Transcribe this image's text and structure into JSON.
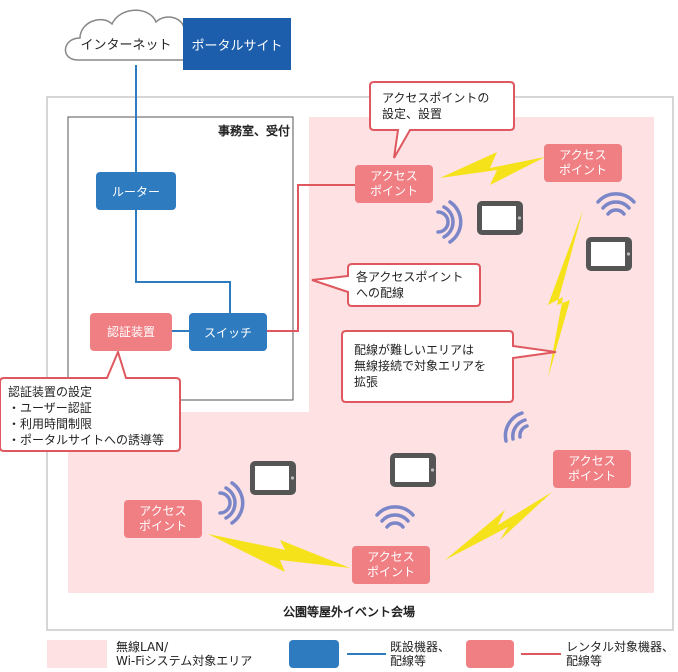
{
  "nodes": {
    "internet": "インターネット",
    "portal": "ポータルサイト",
    "office": "事務室、受付",
    "router": "ルーター",
    "switch": "スイッチ",
    "auth": "認証装置",
    "ap1": "アクセス\nポイント",
    "ap2": "アクセス\nポイント",
    "ap3": "アクセス\nポイント",
    "ap4": "アクセス\nポイント",
    "ap5": "アクセス\nポイント",
    "venue": "公園等屋外イベント会場"
  },
  "callouts": {
    "ap_settings": "アクセスポイントの\n設定、設置",
    "wiring": "各アクセスポイント\nへの配線",
    "wireless": "配線が難しいエリアは\n無線接続で対象エリアを\n拡張",
    "auth_settings": "認証装置の設定\n・ユーザー認証\n・利用時間制限\n・ポータルサイトへの誘導等"
  },
  "legend": {
    "area": "無線LAN/\nWi-Fiシステム対象エリア",
    "existing": "既設機器、\n配線等",
    "rental": "レンタル対象機器、\n配線等"
  },
  "colors": {
    "pink_area": "#fde1e3",
    "existing_blue": "#2e7bbf",
    "rental_red": "#f07f84",
    "lightning": "#f5e21b",
    "callout_border": "#e0585f"
  }
}
